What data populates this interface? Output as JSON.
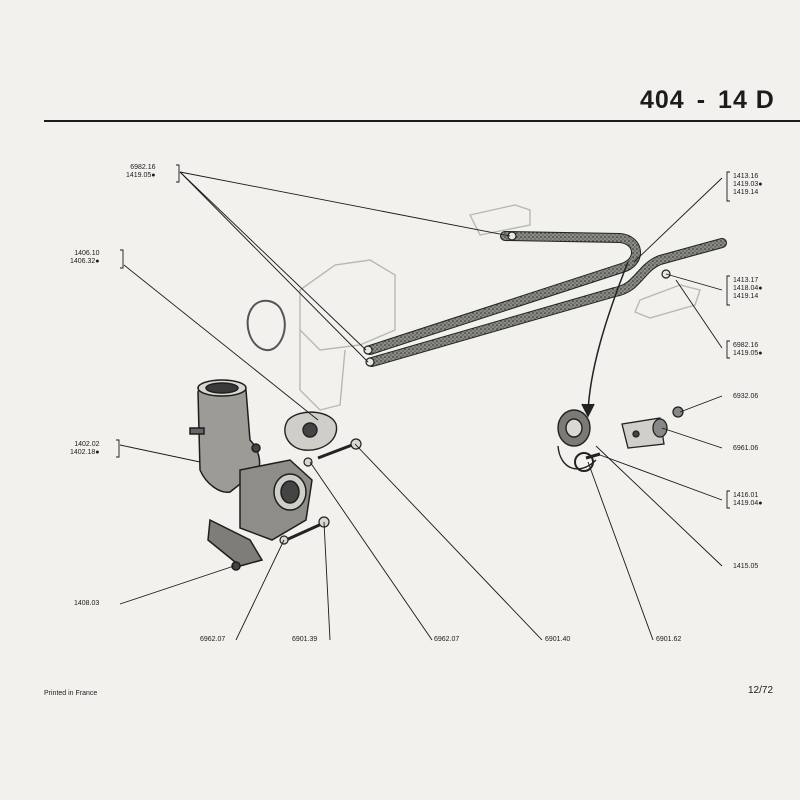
{
  "header": {
    "model": "404",
    "variant": "14 D"
  },
  "refs": {
    "tl1": [
      "6982.16",
      "1419.05●"
    ],
    "tl2": [
      "1406.10",
      "1406.32●"
    ],
    "l3": [
      "1402.02",
      "1402.18●"
    ],
    "bl": [
      "1408.03"
    ],
    "b1": [
      "6962.07"
    ],
    "b2": [
      "6901.39"
    ],
    "b3": [
      "6962.07"
    ],
    "b4": [
      "6901.40"
    ],
    "b5": [
      "6901.62"
    ],
    "tr1": [
      "1413.16",
      "1419.03●",
      "1419.14"
    ],
    "tr2": [
      "1413.17",
      "1418.04●",
      "1419.14"
    ],
    "tr3": [
      "6982.16",
      "1419.05●"
    ],
    "r4": [
      "6932.06"
    ],
    "r5": [
      "6961.06"
    ],
    "r6": [
      "1416.01",
      "1419.04●"
    ],
    "r7": [
      "1415.05"
    ]
  },
  "footer": {
    "printed": "Printed in France",
    "page": "12/72"
  }
}
